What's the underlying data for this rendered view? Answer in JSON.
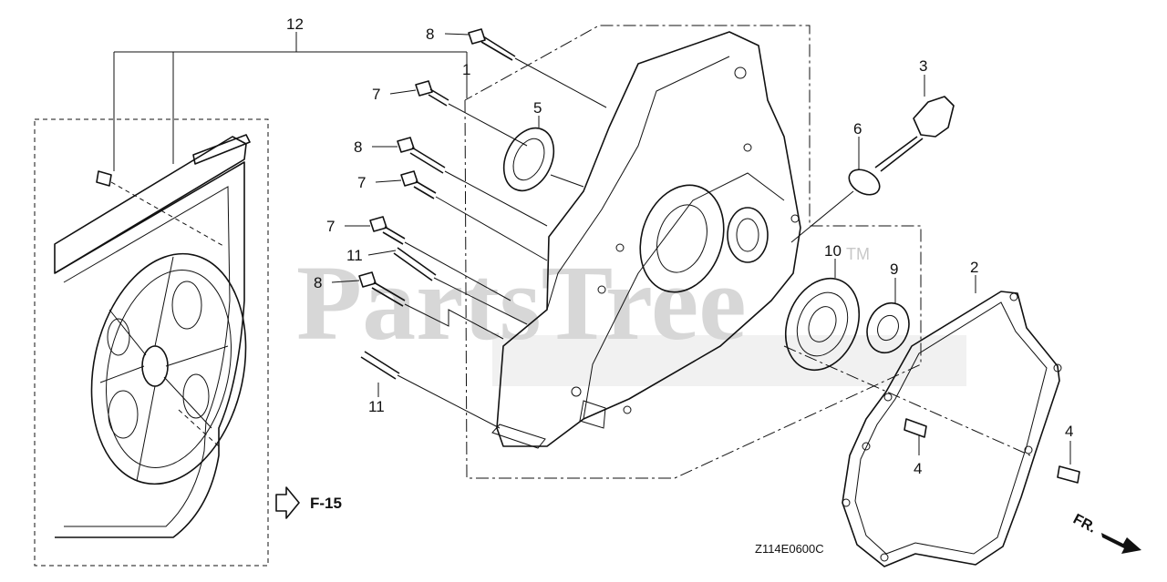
{
  "watermark": {
    "text": "PartsTree",
    "trademark": "TM"
  },
  "callouts": [
    {
      "id": "c12",
      "label": "12"
    },
    {
      "id": "c8a",
      "label": "8"
    },
    {
      "id": "c1",
      "label": "1"
    },
    {
      "id": "c7a",
      "label": "7"
    },
    {
      "id": "c5",
      "label": "5"
    },
    {
      "id": "c8b",
      "label": "8"
    },
    {
      "id": "c7b",
      "label": "7"
    },
    {
      "id": "c7c",
      "label": "7"
    },
    {
      "id": "c11a",
      "label": "11"
    },
    {
      "id": "c8c",
      "label": "8"
    },
    {
      "id": "c11b",
      "label": "11"
    },
    {
      "id": "c3",
      "label": "3"
    },
    {
      "id": "c6",
      "label": "6"
    },
    {
      "id": "c10",
      "label": "10"
    },
    {
      "id": "c9",
      "label": "9"
    },
    {
      "id": "c2",
      "label": "2"
    },
    {
      "id": "c4a",
      "label": "4"
    },
    {
      "id": "c4b",
      "label": "4"
    }
  ],
  "reference": {
    "label": "F-15"
  },
  "direction": {
    "label": "FR."
  },
  "diagram_code": "Z114E0600C"
}
